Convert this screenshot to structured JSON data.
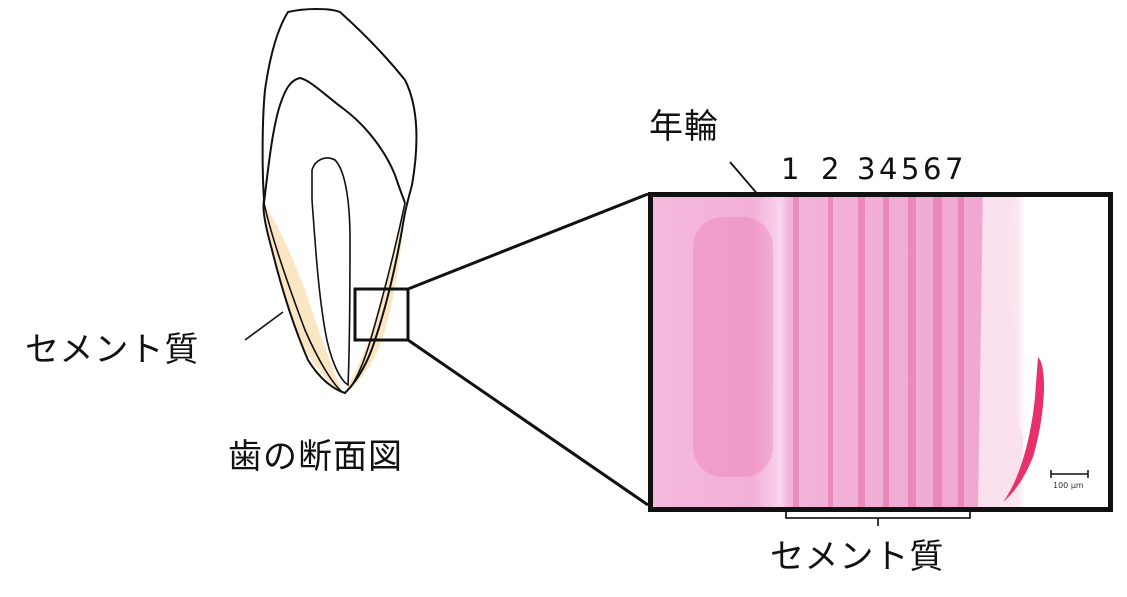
{
  "diagram": {
    "tooth_caption": "歯の断面図",
    "cementum_label_left": "セメント質",
    "annual_ring_label": "年輪",
    "ring_numbers": [
      "1",
      "2",
      "3",
      "4",
      "5",
      "6",
      "7"
    ],
    "cementum_label_bottom": "セメント質",
    "micrograph": {
      "scale_bar_label": "100 µm",
      "stain_color": "#e66aa8",
      "background_color": "#f6c3df"
    },
    "colors": {
      "cementum_fill": "#fbe6c4",
      "outline": "#111111"
    }
  }
}
